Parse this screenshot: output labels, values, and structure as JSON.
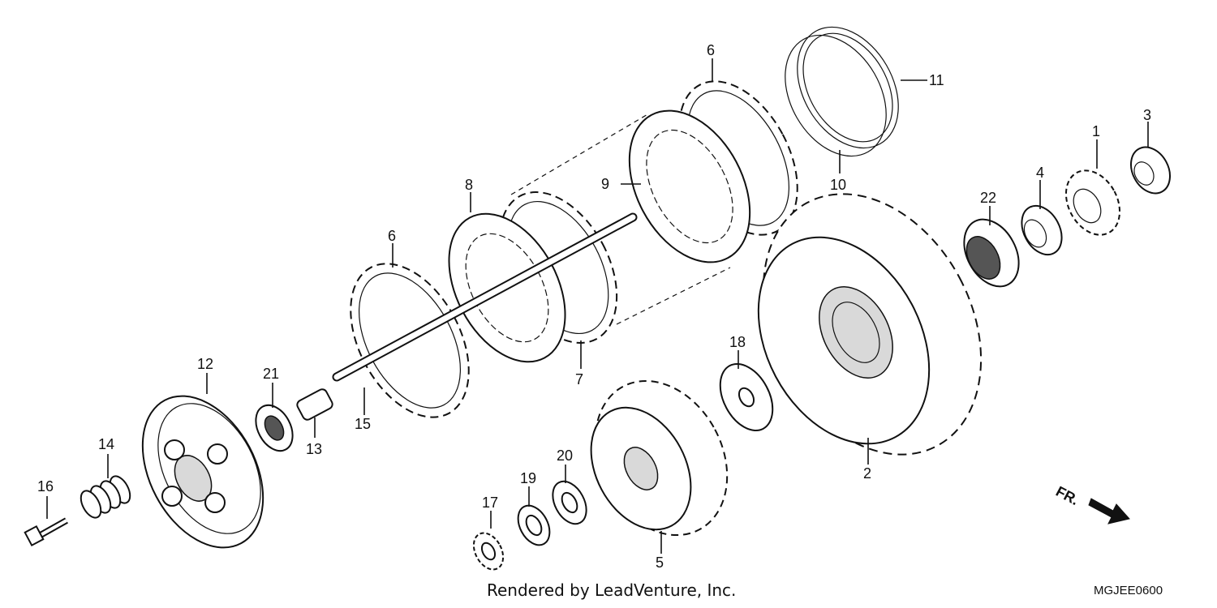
{
  "diagram": {
    "part_labels": [
      "1",
      "2",
      "3",
      "4",
      "5",
      "6",
      "6",
      "7",
      "8",
      "9",
      "10",
      "11",
      "12",
      "13",
      "14",
      "15",
      "16",
      "17",
      "18",
      "19",
      "20",
      "21",
      "22"
    ],
    "direction_label": "FR.",
    "footer_credit": "Rendered by LeadVenture, Inc.",
    "diagram_code": "MGJEE0600"
  }
}
